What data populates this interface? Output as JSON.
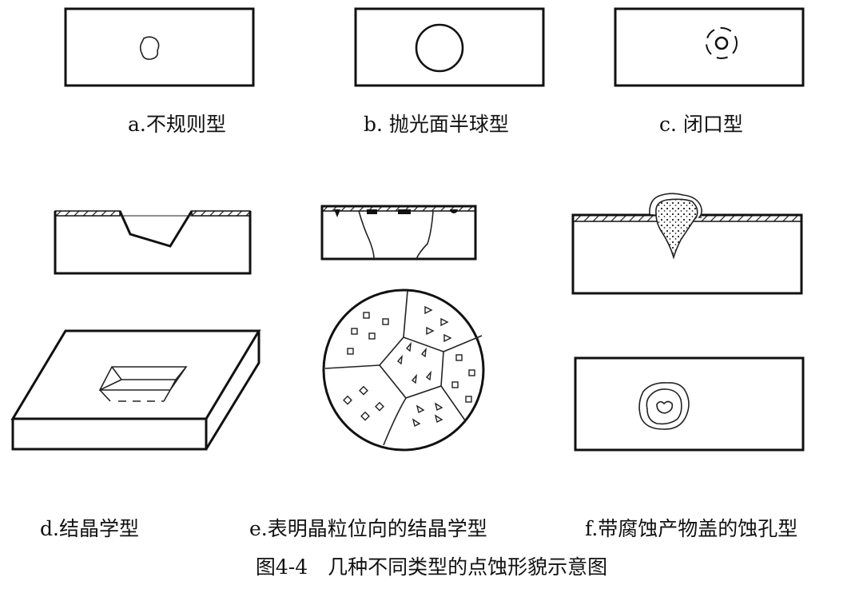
{
  "labels": {
    "a": "a.不规则型",
    "b": "b. 抛光面半球型",
    "c": "c. 闭口型",
    "d": "d.结晶学型",
    "e": "e.表明晶粒位向的结晶学型",
    "f": "f.带腐蚀产物盖的蚀孔型"
  },
  "caption": "图4-4　几种不同类型的点蚀形貌示意图",
  "colors": {
    "ink": "#111111",
    "background": "#ffffff"
  }
}
